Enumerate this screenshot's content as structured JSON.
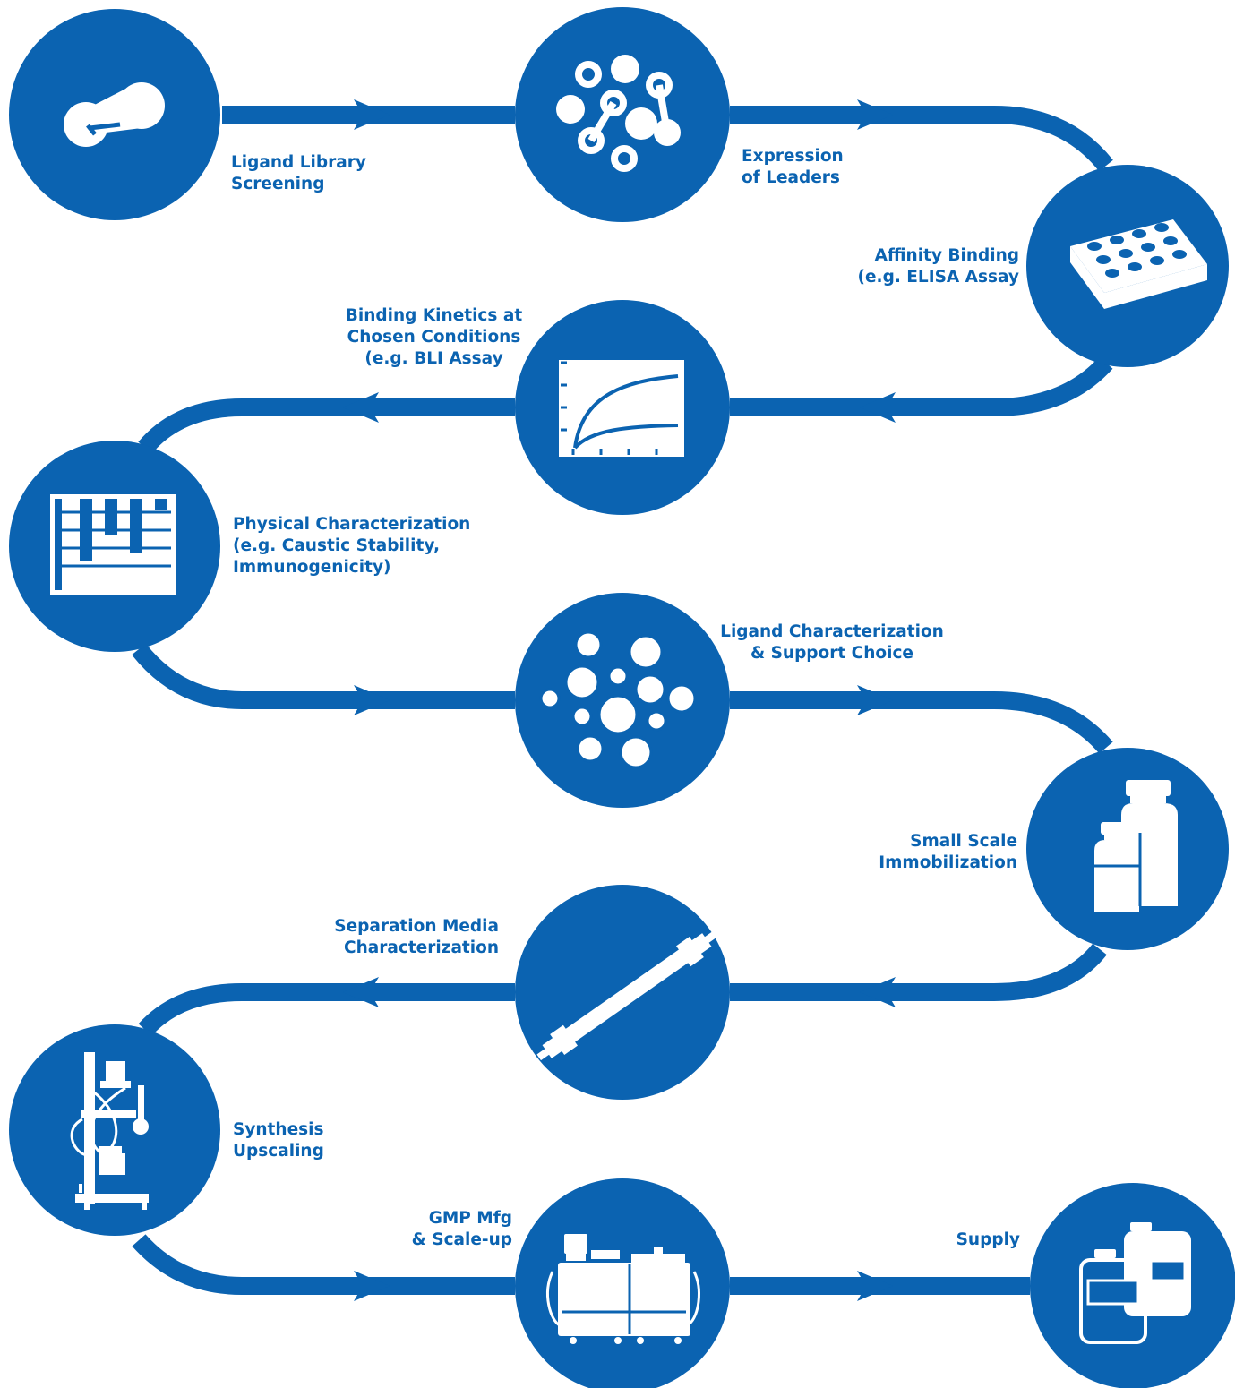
{
  "colors": {
    "brand_blue": "#0b63b1",
    "background": "#ffffff"
  },
  "steps": [
    {
      "icon": "ligand-molecule-icon",
      "lines": [
        "Ligand Library",
        "Screening"
      ]
    },
    {
      "icon": "molecule-network-icon",
      "lines": [
        "Expression",
        "of Leaders"
      ]
    },
    {
      "icon": "well-plate-icon",
      "lines": [
        "Affinity Binding",
        "(e.g. ELISA Assay"
      ]
    },
    {
      "icon": "kinetics-curve-icon",
      "lines": [
        "Binding Kinetics at",
        "Chosen Conditions",
        "(e.g. BLI Assay"
      ]
    },
    {
      "icon": "bar-chart-icon",
      "lines": [
        "Physical Characterization",
        "(e.g. Caustic Stability,",
        "Immunogenicity)"
      ]
    },
    {
      "icon": "beads-icon",
      "lines": [
        "Ligand Characterization",
        "& Support Choice"
      ]
    },
    {
      "icon": "bottles-icon",
      "lines": [
        "Small Scale",
        "Immobilization"
      ]
    },
    {
      "icon": "column-icon",
      "lines": [
        "Separation Media",
        "Characterization"
      ]
    },
    {
      "icon": "reactor-icon",
      "lines": [
        "Synthesis",
        "Upscaling"
      ]
    },
    {
      "icon": "gmp-equipment-icon",
      "lines": [
        "GMP Mfg",
        "& Scale-up"
      ]
    },
    {
      "icon": "containers-icon",
      "lines": [
        "Supply"
      ]
    }
  ]
}
